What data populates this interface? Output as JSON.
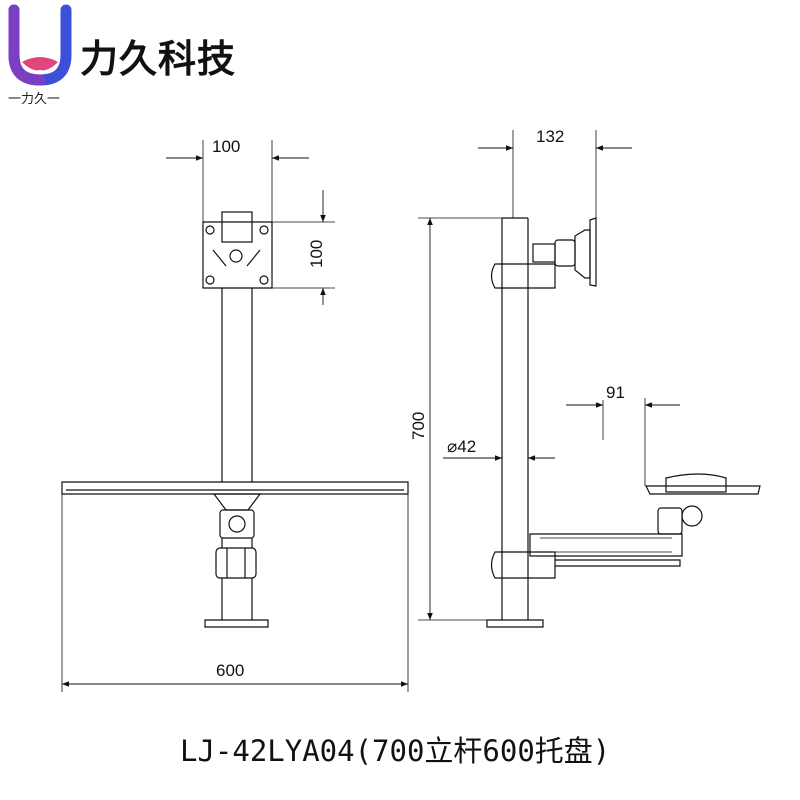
{
  "brand": {
    "name": "力久科技",
    "sub": "一力久一",
    "colors": {
      "blue": "#3b4fd8",
      "pink": "#e0457b",
      "purple": "#7b3fc4"
    }
  },
  "dimensions": {
    "mount_width": "100",
    "mount_height": "100",
    "tray_width": "600",
    "arm_offset": "132",
    "pole_height": "700",
    "pole_diameter": "⌀42",
    "tray_offset": "91"
  },
  "caption": "LJ-42LYA04(700立杆600托盘)"
}
